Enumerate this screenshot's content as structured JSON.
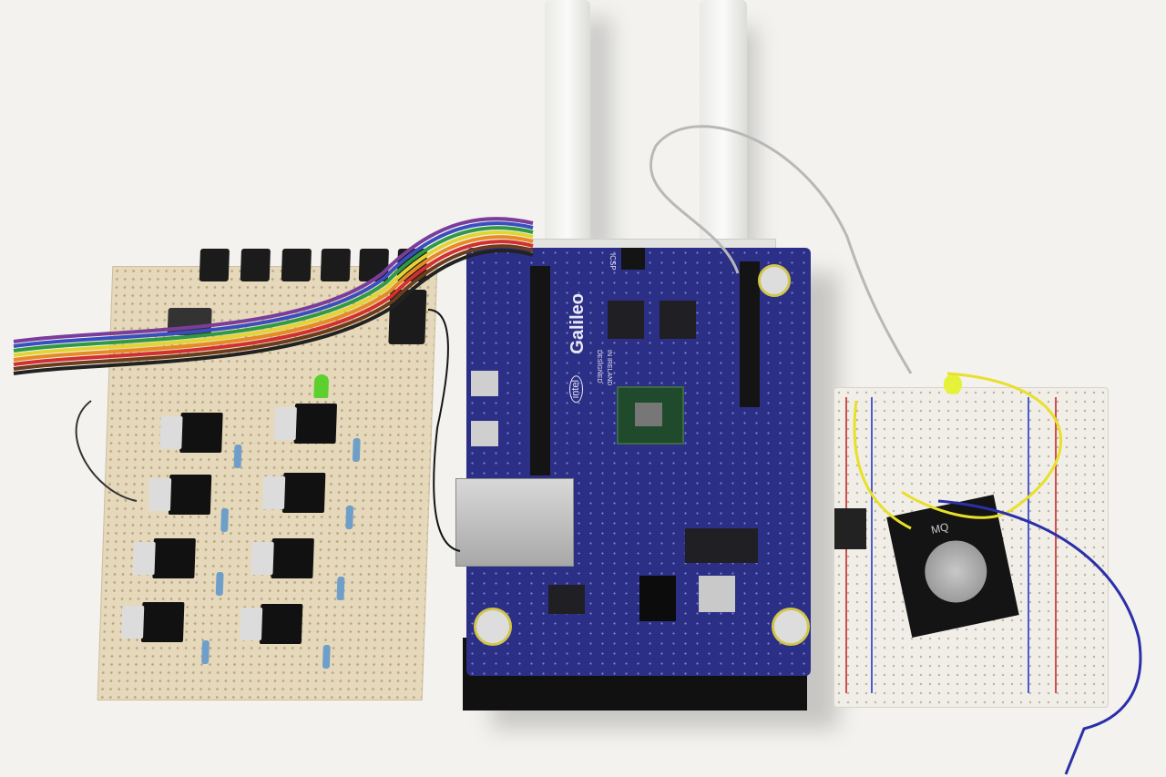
{
  "scene": {
    "board_brand": "intel",
    "board_name": "Galileo",
    "board_origin_line1": "DESIGNED",
    "board_origin_line2": "IN IRELAND",
    "header_label": "ICSP",
    "sensor_label": "MQ"
  },
  "colors": {
    "background": "#f3f2ef",
    "board_blue": "#2c2f86",
    "perfboard": "#e6d9bb",
    "breadboard": "#f1eee7",
    "led_green": "#5cd12e",
    "led_yellow": "#e6f23a"
  }
}
